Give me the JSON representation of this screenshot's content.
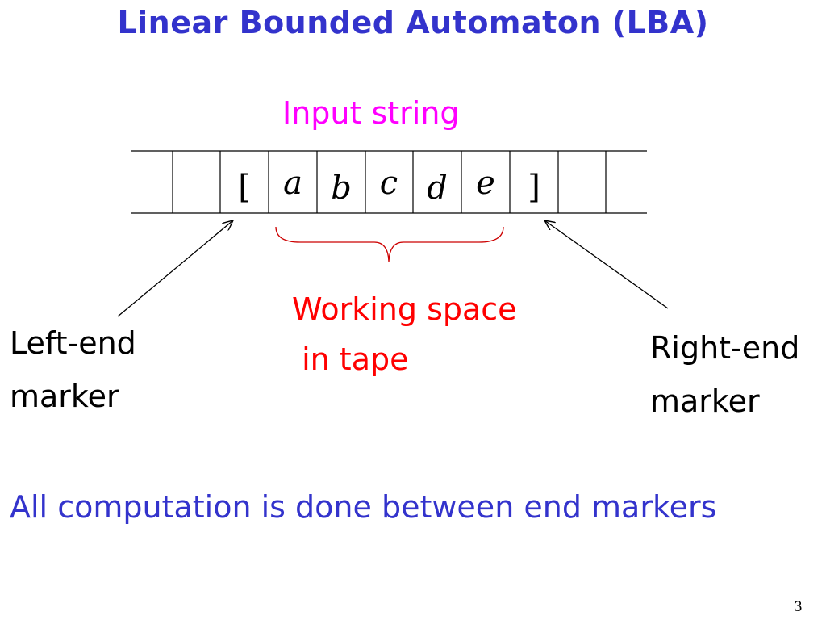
{
  "title": "Linear Bounded Automaton (LBA)",
  "input_label": "Input string",
  "tape": {
    "cells": [
      "",
      "",
      "[",
      "a",
      "b",
      "c",
      "d",
      "e",
      "]",
      "",
      ""
    ]
  },
  "working_space": {
    "line1": "Working space",
    "line2": " in tape"
  },
  "left_marker": {
    "line1": "Left-end",
    "line2": "marker"
  },
  "right_marker": {
    "line1": "Right-end",
    "line2": "marker"
  },
  "footer": "All computation is done between end markers",
  "page_number": "3",
  "colors": {
    "title": "#3333cc",
    "input_label": "#ff00ff",
    "working_space": "#ff0000",
    "footer": "#3333cc",
    "brace": "#cc0000",
    "tape_line": "#000000"
  }
}
